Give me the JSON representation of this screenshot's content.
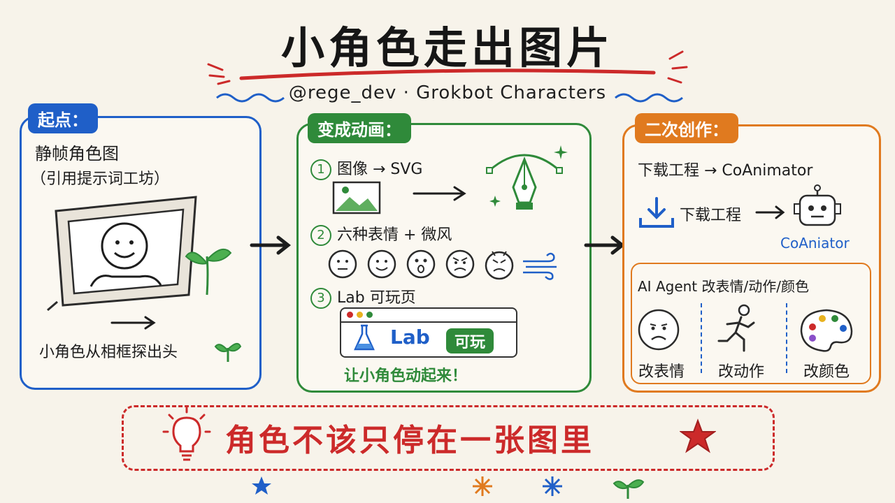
{
  "title": "小角色走出图片",
  "subtitle": "@rege_dev · Grokbot Characters",
  "panel1": {
    "tag": "起点：",
    "line1": "静帧角色图",
    "line2": "（引用提示词工坊）",
    "caption": "小角色从相框探出头"
  },
  "panel2": {
    "tag": "变成动画：",
    "step1_num": "1",
    "step1": "图像 → SVG",
    "step2_num": "2",
    "step2": "六种表情 + 微风",
    "step3_num": "3",
    "step3": "Lab 可玩页",
    "lab_label": "Lab",
    "play_label": "可玩",
    "footer": "让小角色动起来！",
    "expressions": [
      "neutral",
      "smile",
      "surprised",
      "angry",
      "grumpy"
    ]
  },
  "panel3": {
    "tag": "二次创作：",
    "line1": "下载工程 → CoAnimator",
    "download_label": "下载工程",
    "robot_label": "CoAniator",
    "agent_title": "AI Agent 改表情/动作/颜色",
    "items": [
      {
        "label": "改表情",
        "icon": "sad-face-icon"
      },
      {
        "label": "改动作",
        "icon": "running-person-icon"
      },
      {
        "label": "改颜色",
        "icon": "palette-icon"
      }
    ]
  },
  "bottom": {
    "text": "角色不该只停在一张图里"
  },
  "colors": {
    "blue": "#1f5fc8",
    "green": "#2f8a3a",
    "orange": "#e07a1f",
    "red": "#cc2a2a"
  }
}
